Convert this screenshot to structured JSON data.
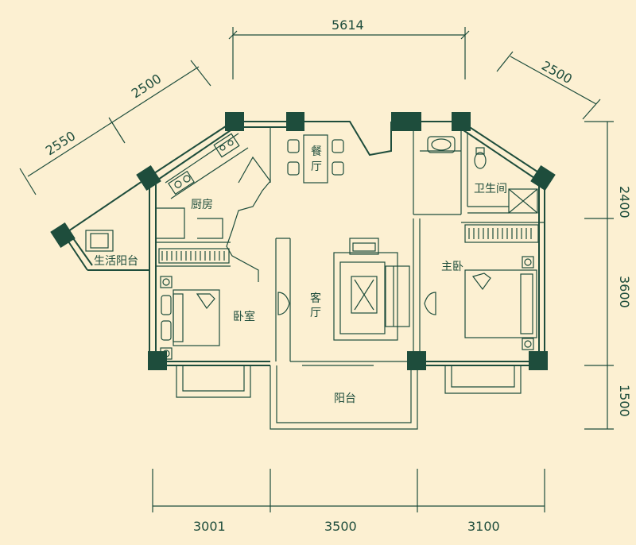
{
  "colors": {
    "background": "#fcf0d2",
    "line": "#1e4d3c"
  },
  "rooms": {
    "dining": [
      "餐",
      "厅"
    ],
    "kitchen": "厨房",
    "utility_balcony": "生活阳台",
    "bedroom": "卧室",
    "living": [
      "客",
      "厅"
    ],
    "bathroom": "卫生间",
    "master_bedroom": "主卧",
    "balcony": "阳台"
  },
  "dimensions": {
    "top": "5614",
    "top_right_diag": "2500",
    "upper_left_diag": "2500",
    "lower_left_diag": "2550",
    "right_1": "2400",
    "right_2": "3600",
    "right_3": "1500",
    "bottom_1": "3001",
    "bottom_2": "3500",
    "bottom_3": "3100"
  }
}
